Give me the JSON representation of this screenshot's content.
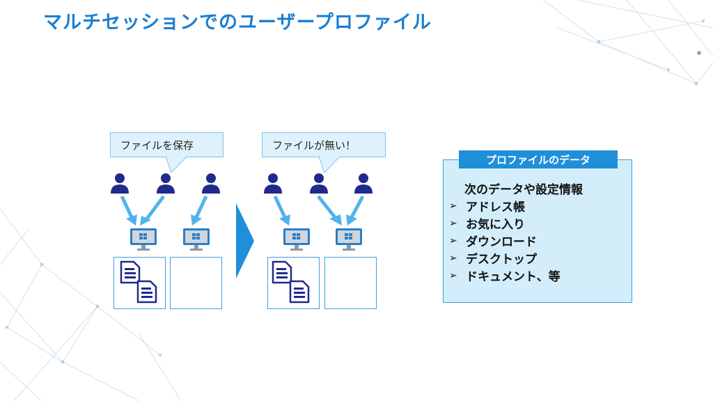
{
  "title": "マルチセッションでのユーザープロファイル",
  "left_scenario": {
    "callout": "ファイルを保存"
  },
  "right_scenario": {
    "callout": "ファイルが無い！"
  },
  "panel": {
    "header": "プロファイルのデータ",
    "lead": "次のデータや設定情報",
    "bullet_glyph": "➢",
    "items": [
      "アドレス帳",
      "お気に入り",
      "ダウンロード",
      "デスクトップ",
      "ドキュメント、等"
    ]
  },
  "colors": {
    "accent": "#1a7fd4",
    "user": "#1f2a8c",
    "arrow": "#4fb3ee",
    "panel": "#d3eefa"
  }
}
